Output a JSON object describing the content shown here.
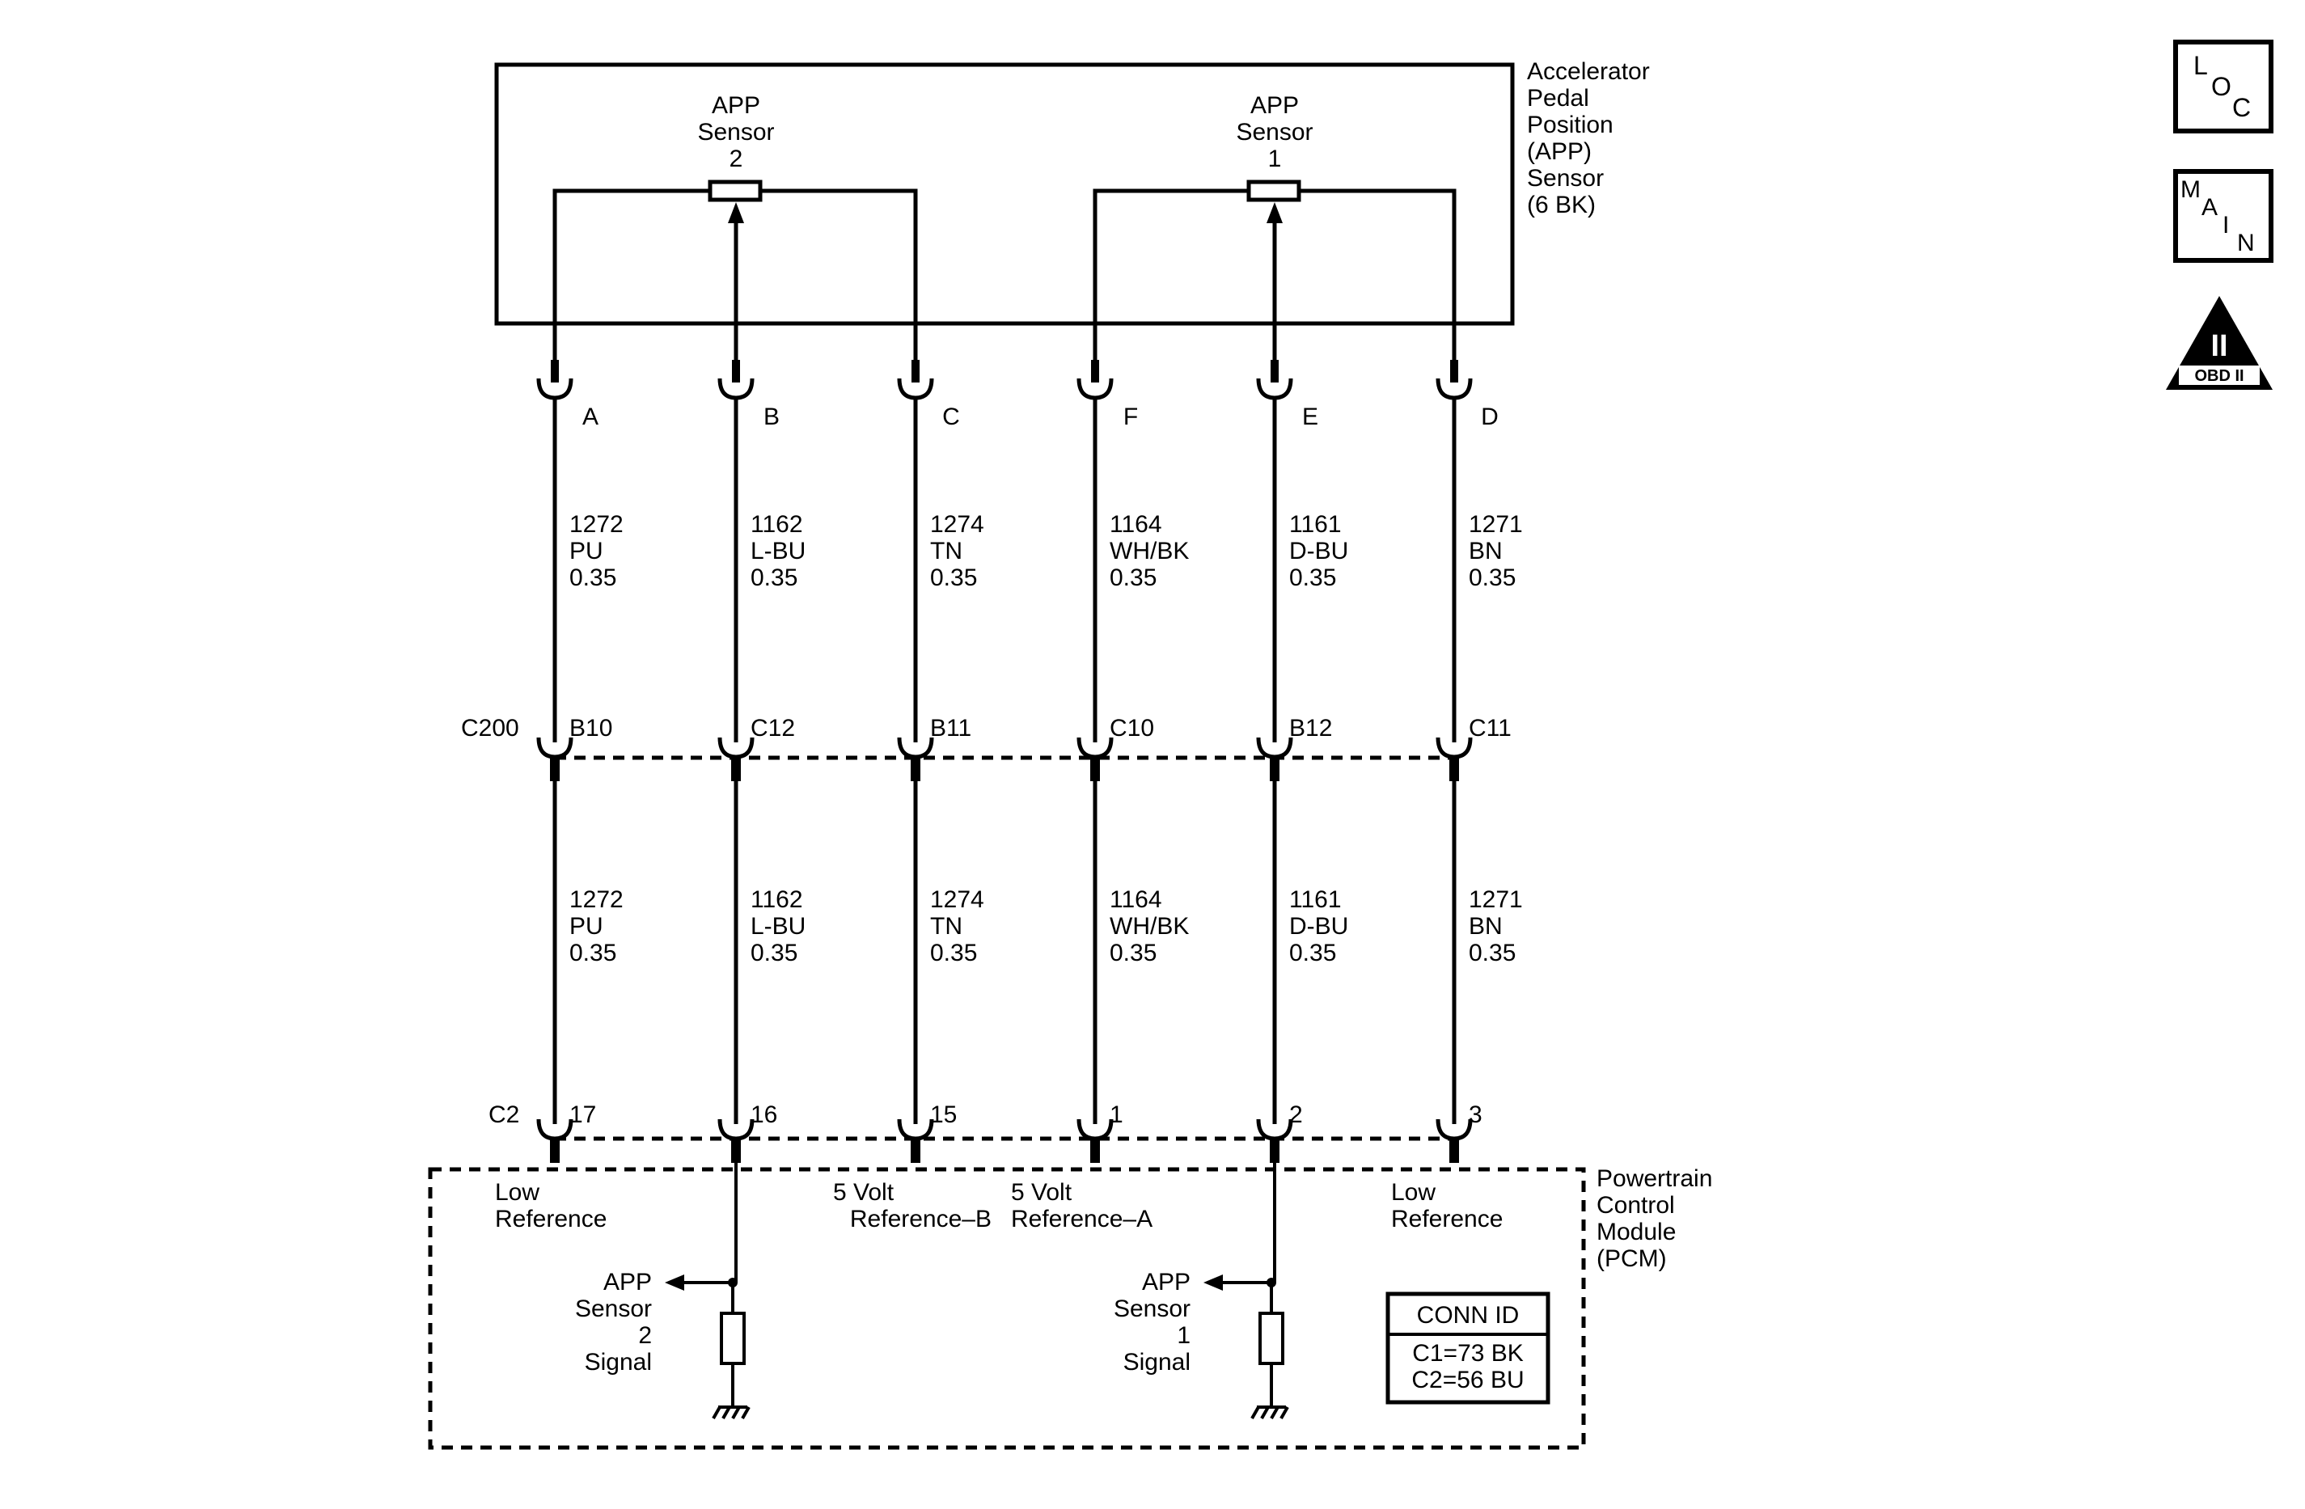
{
  "app_sensor": {
    "title_lines": [
      "Accelerator",
      "Pedal",
      "Position",
      "(APP)",
      "Sensor",
      "(6 BK)"
    ],
    "sensor2_lines": [
      "APP",
      "Sensor",
      "2"
    ],
    "sensor1_lines": [
      "APP",
      "Sensor",
      "1"
    ]
  },
  "connectors": {
    "c200_label": "C200",
    "c2_label": "C2"
  },
  "circuits": [
    {
      "sensor_pin": "A",
      "c200_pin": "B10",
      "pcm_pin": "17",
      "circuit": "1272",
      "color": "PU",
      "gauge": "0.35"
    },
    {
      "sensor_pin": "B",
      "c200_pin": "C12",
      "pcm_pin": "16",
      "circuit": "1162",
      "color": "L-BU",
      "gauge": "0.35"
    },
    {
      "sensor_pin": "C",
      "c200_pin": "B11",
      "pcm_pin": "15",
      "circuit": "1274",
      "color": "TN",
      "gauge": "0.35"
    },
    {
      "sensor_pin": "F",
      "c200_pin": "C10",
      "pcm_pin": "1",
      "circuit": "1164",
      "color": "WH/BK",
      "gauge": "0.35"
    },
    {
      "sensor_pin": "E",
      "c200_pin": "B12",
      "pcm_pin": "2",
      "circuit": "1161",
      "color": "D-BU",
      "gauge": "0.35"
    },
    {
      "sensor_pin": "D",
      "c200_pin": "C11",
      "pcm_pin": "3",
      "circuit": "1271",
      "color": "BN",
      "gauge": "0.35"
    }
  ],
  "pcm": {
    "title_lines": [
      "Powertrain",
      "Control",
      "Module",
      "(PCM)"
    ],
    "low_ref_1_lines": [
      "Low",
      "Reference"
    ],
    "ref_b_lines": [
      "5 Volt",
      "Reference–B"
    ],
    "ref_a_lines": [
      "5 Volt",
      "Reference–A"
    ],
    "low_ref_2_lines": [
      "Low",
      "Reference"
    ],
    "signal2_lines": [
      "APP",
      "Sensor",
      "2",
      "Signal"
    ],
    "signal1_lines": [
      "APP",
      "Sensor",
      "1",
      "Signal"
    ]
  },
  "conn_id": {
    "title": "CONN ID",
    "line1": "C1=73 BK",
    "line2": "C2=56 BU"
  },
  "icons": {
    "loc_letters": [
      "L",
      "O",
      "C"
    ],
    "main_letters": [
      "M",
      "A",
      "I",
      "N"
    ],
    "obd_mark": "II",
    "obd_label": "OBD II"
  }
}
